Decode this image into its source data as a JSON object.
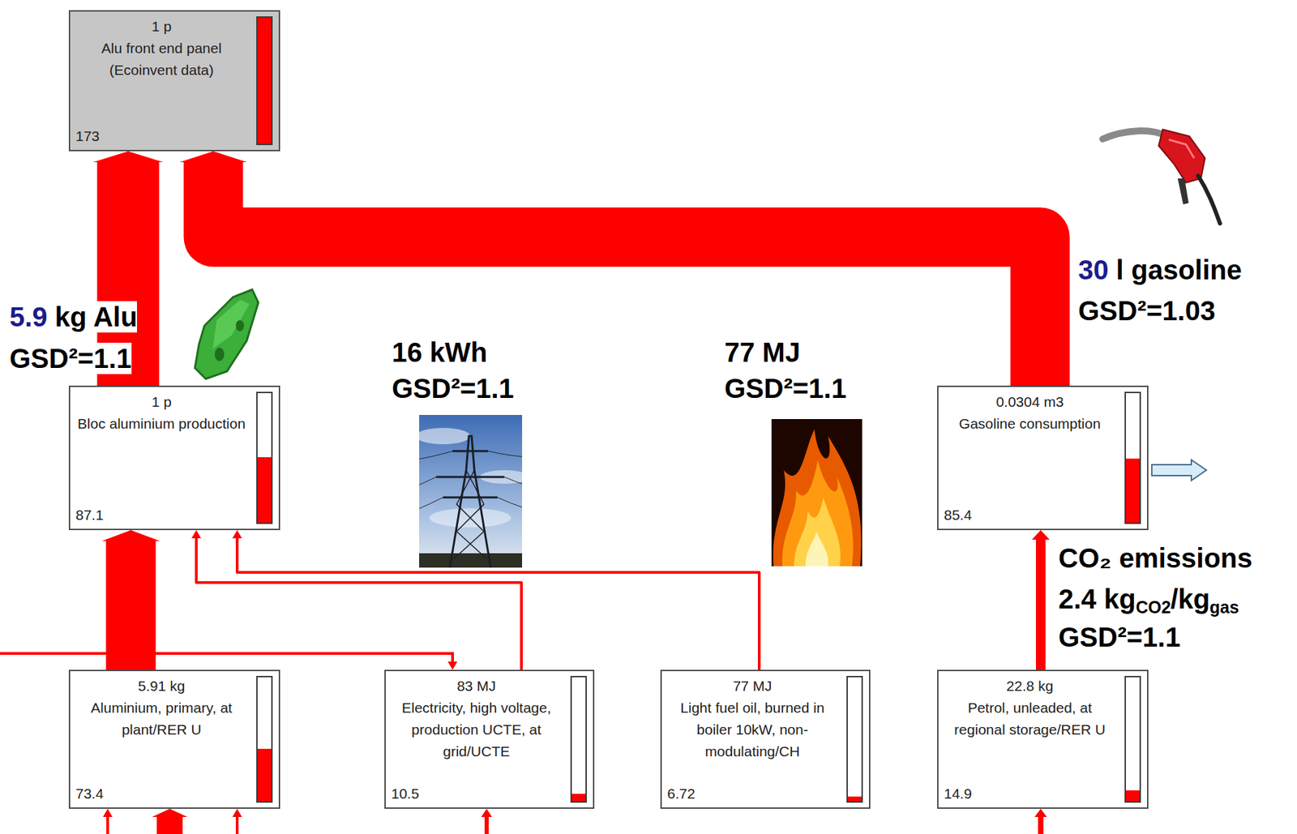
{
  "diagram": {
    "nodes": [
      {
        "text": [
          "1 p",
          "Alu front end panel (Ecoinvent data)",
          "173"
        ]
      },
      {
        "text": [
          "1 p",
          "Bloc aluminium production",
          "87.1"
        ]
      },
      {
        "text": [
          "0.0304 m3",
          "Gasoline consumption",
          "85.4"
        ]
      },
      {
        "text": [
          "5.91 kg",
          "Aluminium, primary, at plant/RER U",
          "73.4"
        ]
      },
      {
        "text": [
          "83 MJ",
          "Electricity, high voltage, production UCTE, at grid/UCTE",
          "10.5"
        ]
      },
      {
        "text": [
          "77 MJ",
          "Light fuel oil, burned in boiler 10kW, non-modulating/CH",
          "6.72"
        ]
      },
      {
        "text": [
          "22.8 kg",
          "Petrol, unleaded, at regional storage/RER U",
          "14.9"
        ]
      }
    ],
    "edges": [
      {
        "from": 1,
        "to": 0,
        "arrow": "to"
      },
      {
        "from": 2,
        "to": 0,
        "arrow": "to"
      },
      {
        "from": 3,
        "to": 1,
        "arrow": "to"
      },
      {
        "from": 4,
        "to": 1,
        "arrow": "to"
      },
      {
        "from": 5,
        "to": 1,
        "arrow": "to"
      },
      {
        "from": 6,
        "to": 2,
        "arrow": "to"
      }
    ],
    "labels": [
      "5.9",
      "kg Alu",
      "GSD²=1.1",
      "16 kWh",
      "GSD²=1.1",
      "77 MJ",
      "GSD²=1.1",
      "30",
      "l gasoline",
      "GSD²=1.03",
      "CO₂ emissions",
      "2.4 kg",
      "CO2",
      "/kg",
      "gas",
      "GSD²=1.1"
    ]
  }
}
